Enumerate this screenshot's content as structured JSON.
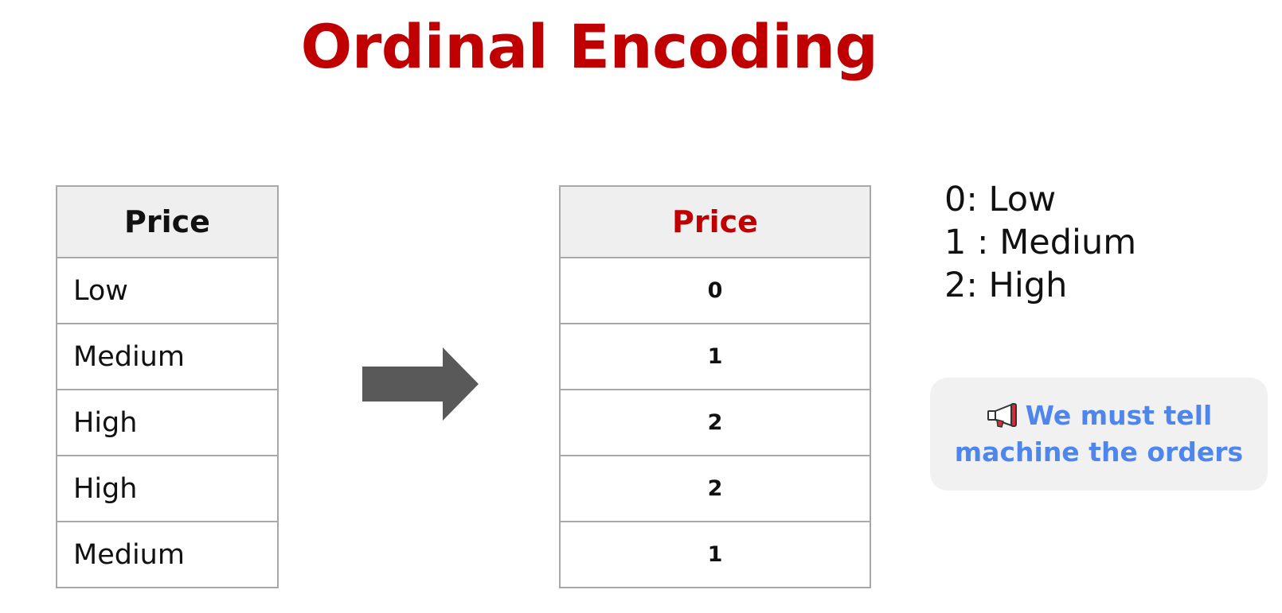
{
  "title": "Ordinal Encoding",
  "left_table": {
    "header": "Price",
    "rows": [
      "Low",
      "Medium",
      "High",
      "High",
      "Medium"
    ]
  },
  "right_table": {
    "header": "Price",
    "rows": [
      "0",
      "1",
      "2",
      "2",
      "1"
    ]
  },
  "legend": [
    {
      "code": "0",
      "label": "Low"
    },
    {
      "code": "1",
      "label": "Medium"
    },
    {
      "code": "2",
      "label": "High"
    }
  ],
  "callout": {
    "icon": "megaphone-icon",
    "line1": "We must tell",
    "line2": "machine the orders"
  },
  "colors": {
    "title": "#c00000",
    "right_header": "#c00000",
    "callout_text": "#4f86ec",
    "arrow": "#595959",
    "header_bg": "#efefef"
  }
}
